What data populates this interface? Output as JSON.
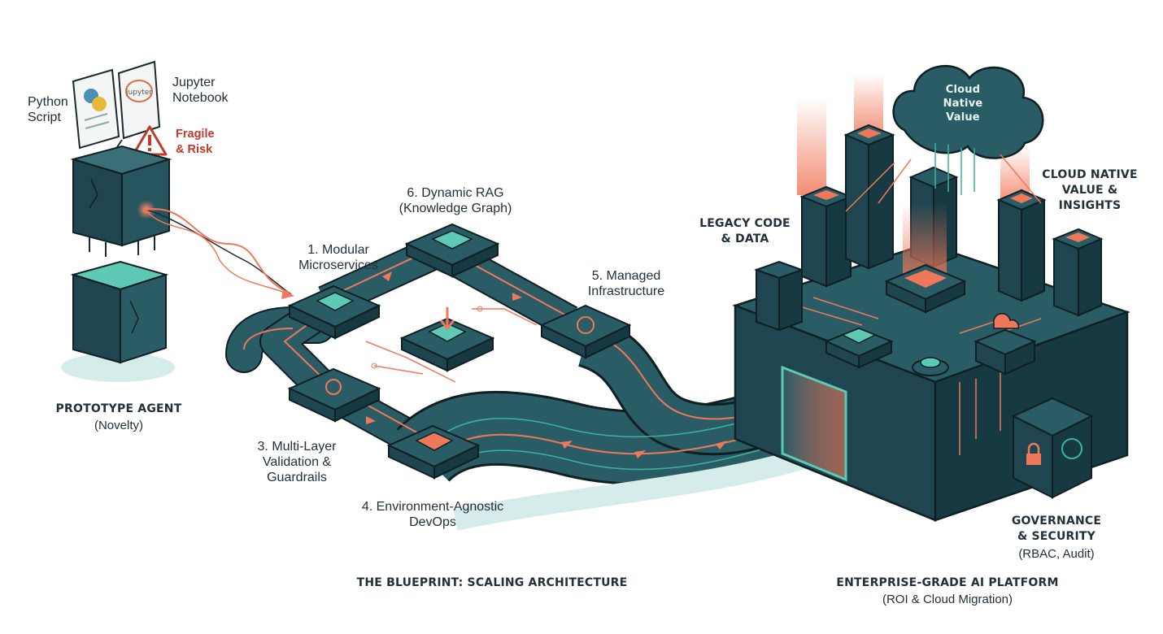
{
  "prototype": {
    "python_label": "Python\nScript",
    "jupyter_label": "Jupyter\nNotebook",
    "jupyter_logo_text": "jupyter",
    "warning_line1": "Fragile",
    "warning_line2": "& Risk",
    "title": "PROTOTYPE AGENT",
    "subtitle": "(Novelty)"
  },
  "blueprint": {
    "title": "THE BLUEPRINT: SCALING ARCHITECTURE",
    "steps": [
      {
        "label": "1. Modular\nMicroservices"
      },
      {
        "label": "3. Multi-Layer\nValidation &\nGuardrails"
      },
      {
        "label": "4. Environment-Agnostic\nDevOps"
      },
      {
        "label": "5. Managed\nInfrastructure"
      },
      {
        "label": "6. Dynamic RAG\n(Knowledge Graph)"
      }
    ]
  },
  "platform": {
    "legacy_label": "LEGACY CODE\n& DATA",
    "cloud_text": "Cloud\nNative\nValue",
    "cloud_value_label": "CLOUD NATIVE\nVALUE &\nINSIGHTS",
    "governance_title": "GOVERNANCE\n& SECURITY",
    "governance_sub": "(RBAC, Audit)",
    "title": "ENTERPRISE-GRADE AI PLATFORM",
    "subtitle": "(ROI & Cloud Migration)"
  },
  "colors": {
    "teal_dark": "#1f4650",
    "teal_mid": "#2a5c66",
    "teal_light": "#3bb3a0",
    "mint": "#5ec9b4",
    "coral": "#f0785a",
    "outline": "#0f1f24",
    "warning_red": "#c0392b"
  },
  "icons": [
    "python-icon",
    "jupyter-icon",
    "warning-icon",
    "lock-icon",
    "cloud-icon",
    "gear-icon"
  ]
}
